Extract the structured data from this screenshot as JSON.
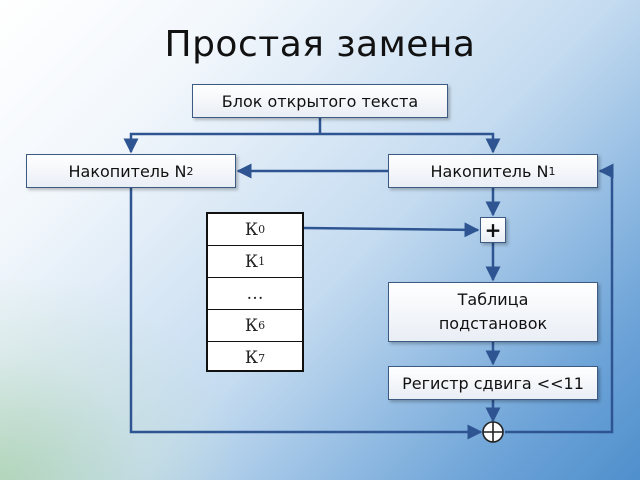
{
  "title": "Простая замена",
  "blocks": {
    "plaintext": "Блок открытого текста",
    "accumulator_n2": {
      "label": "Накопитель N",
      "sub": "2"
    },
    "accumulator_n1": {
      "label": "Накопитель N",
      "sub": "1"
    },
    "substitution_table": {
      "line1": "Таблица",
      "line2": "подстановок"
    },
    "shift_register": "Регистр сдвига <<11",
    "adder_symbol": "+"
  },
  "keys": [
    {
      "label": "К",
      "sub": "0"
    },
    {
      "label": "К",
      "sub": "1"
    },
    {
      "label": "…",
      "sub": ""
    },
    {
      "label": "К",
      "sub": "6"
    },
    {
      "label": "К",
      "sub": "7"
    }
  ],
  "colors": {
    "wire": "#2e5592",
    "box_border": "#3c5a82"
  }
}
